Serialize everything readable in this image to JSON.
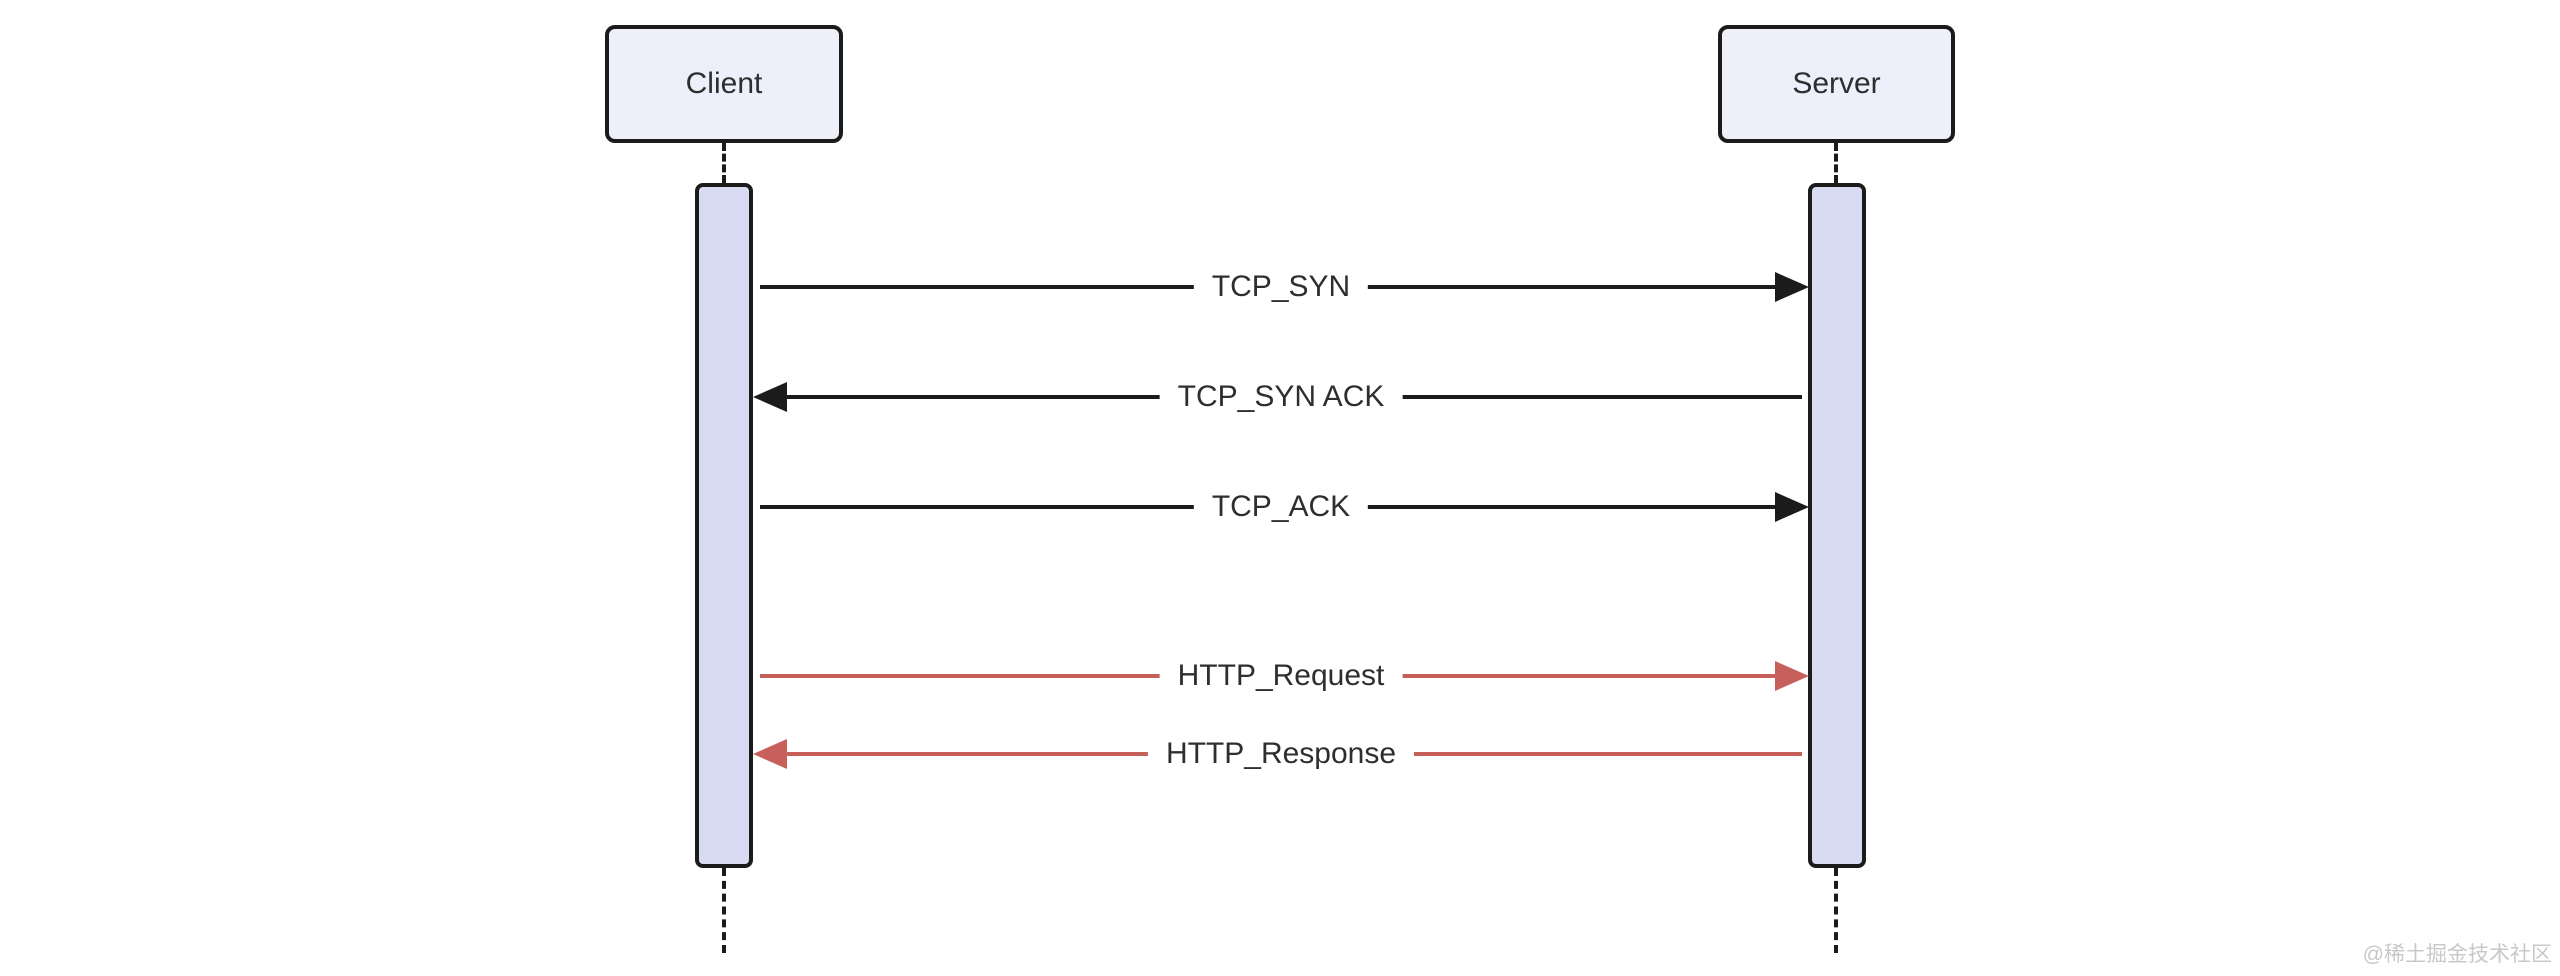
{
  "diagram": {
    "type": "sequence",
    "actors": [
      {
        "name": "Client"
      },
      {
        "name": "Server"
      }
    ],
    "messages": [
      {
        "label": "TCP_SYN",
        "from": "Client",
        "to": "Server",
        "direction": "right",
        "color": "#1b1b1b"
      },
      {
        "label": "TCP_SYN ACK",
        "from": "Server",
        "to": "Client",
        "direction": "left",
        "color": "#1b1b1b"
      },
      {
        "label": "TCP_ACK",
        "from": "Client",
        "to": "Server",
        "direction": "right",
        "color": "#1b1b1b"
      },
      {
        "label": "HTTP_Request",
        "from": "Client",
        "to": "Server",
        "direction": "right",
        "color": "#c75f5b"
      },
      {
        "label": "HTTP_Response",
        "from": "Server",
        "to": "Client",
        "direction": "left",
        "color": "#c75f5b"
      }
    ],
    "colors": {
      "actor_fill": "#edf0fb",
      "activation_fill": "#d8dbf2",
      "line": "#1b1b1b",
      "accent_red": "#c75f5b",
      "text": "#2e2e2e"
    }
  },
  "watermark": {
    "text": "@稀土掘金技术社区"
  }
}
